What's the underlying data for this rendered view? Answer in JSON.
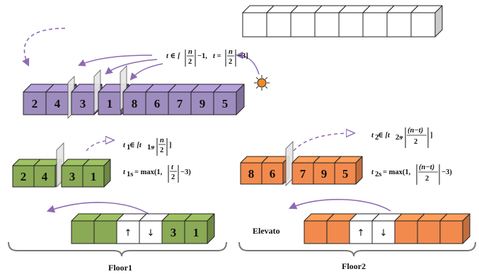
{
  "colors": {
    "purple": "#9f8cbf",
    "green": "#8aaa55",
    "orange": "#f28a4e",
    "white": "#ffffff",
    "arrow": "#8e6bb3",
    "sun": "#f08a2a"
  },
  "top_numbers": [
    "2",
    "4",
    "3",
    "1",
    "8",
    "6",
    "7",
    "9",
    "5"
  ],
  "floor1_numbers": [
    "2",
    "4",
    "3",
    "1"
  ],
  "floor2_numbers": [
    "8",
    "6",
    "7",
    "9",
    "5"
  ],
  "floor1_row_last": [
    "3",
    "1"
  ],
  "arrows": {
    "up": "↑",
    "down": "↓"
  },
  "labels": {
    "floor1": "Floor1",
    "floor2": "Floor2",
    "elevator": "Elevato"
  },
  "formula": {
    "t_prefix": "t ∈ [",
    "n": "n",
    "two": "2",
    "minus1": "−1,",
    "t_eq": "t =",
    "minus3": "−3]",
    "t1_prefix": "t",
    "t1_sub": "1",
    "t1_mid": " ∈ [t",
    "t1s_sub": "1s",
    "comma": ",",
    "close": "]",
    "t1s_lhs": "t",
    "max1": "= max(1,",
    "t_var": "t",
    "minus3p": "−3)",
    "t2_prefix": "t",
    "t2_sub": "2",
    "t2_mid": " ∈ [t",
    "t2s_sub": "2s",
    "nt": "(n−t)"
  }
}
